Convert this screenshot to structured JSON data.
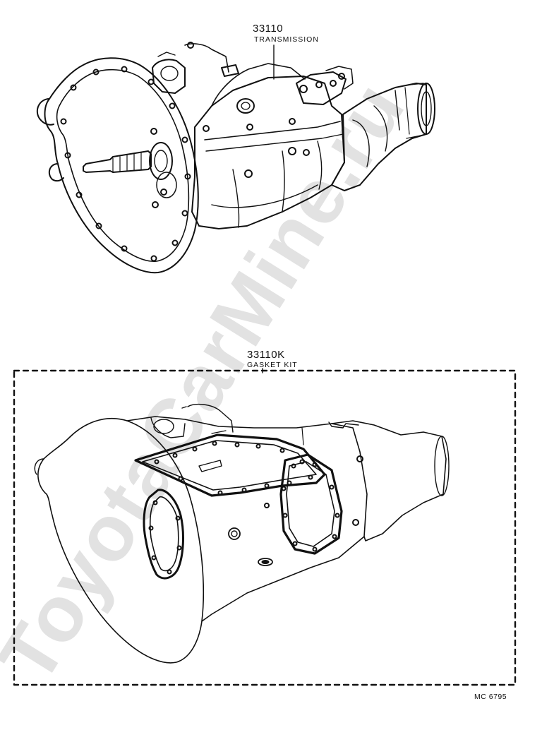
{
  "parts": [
    {
      "number": "33110",
      "name": "TRANSMISSION"
    },
    {
      "number": "33110K",
      "name": "GASKET KIT"
    }
  ],
  "figure_code": "MC 6795",
  "watermark": "ToyotaCarMine.ru",
  "colors": {
    "line": "#111111",
    "watermark": "#d9d9d9"
  }
}
